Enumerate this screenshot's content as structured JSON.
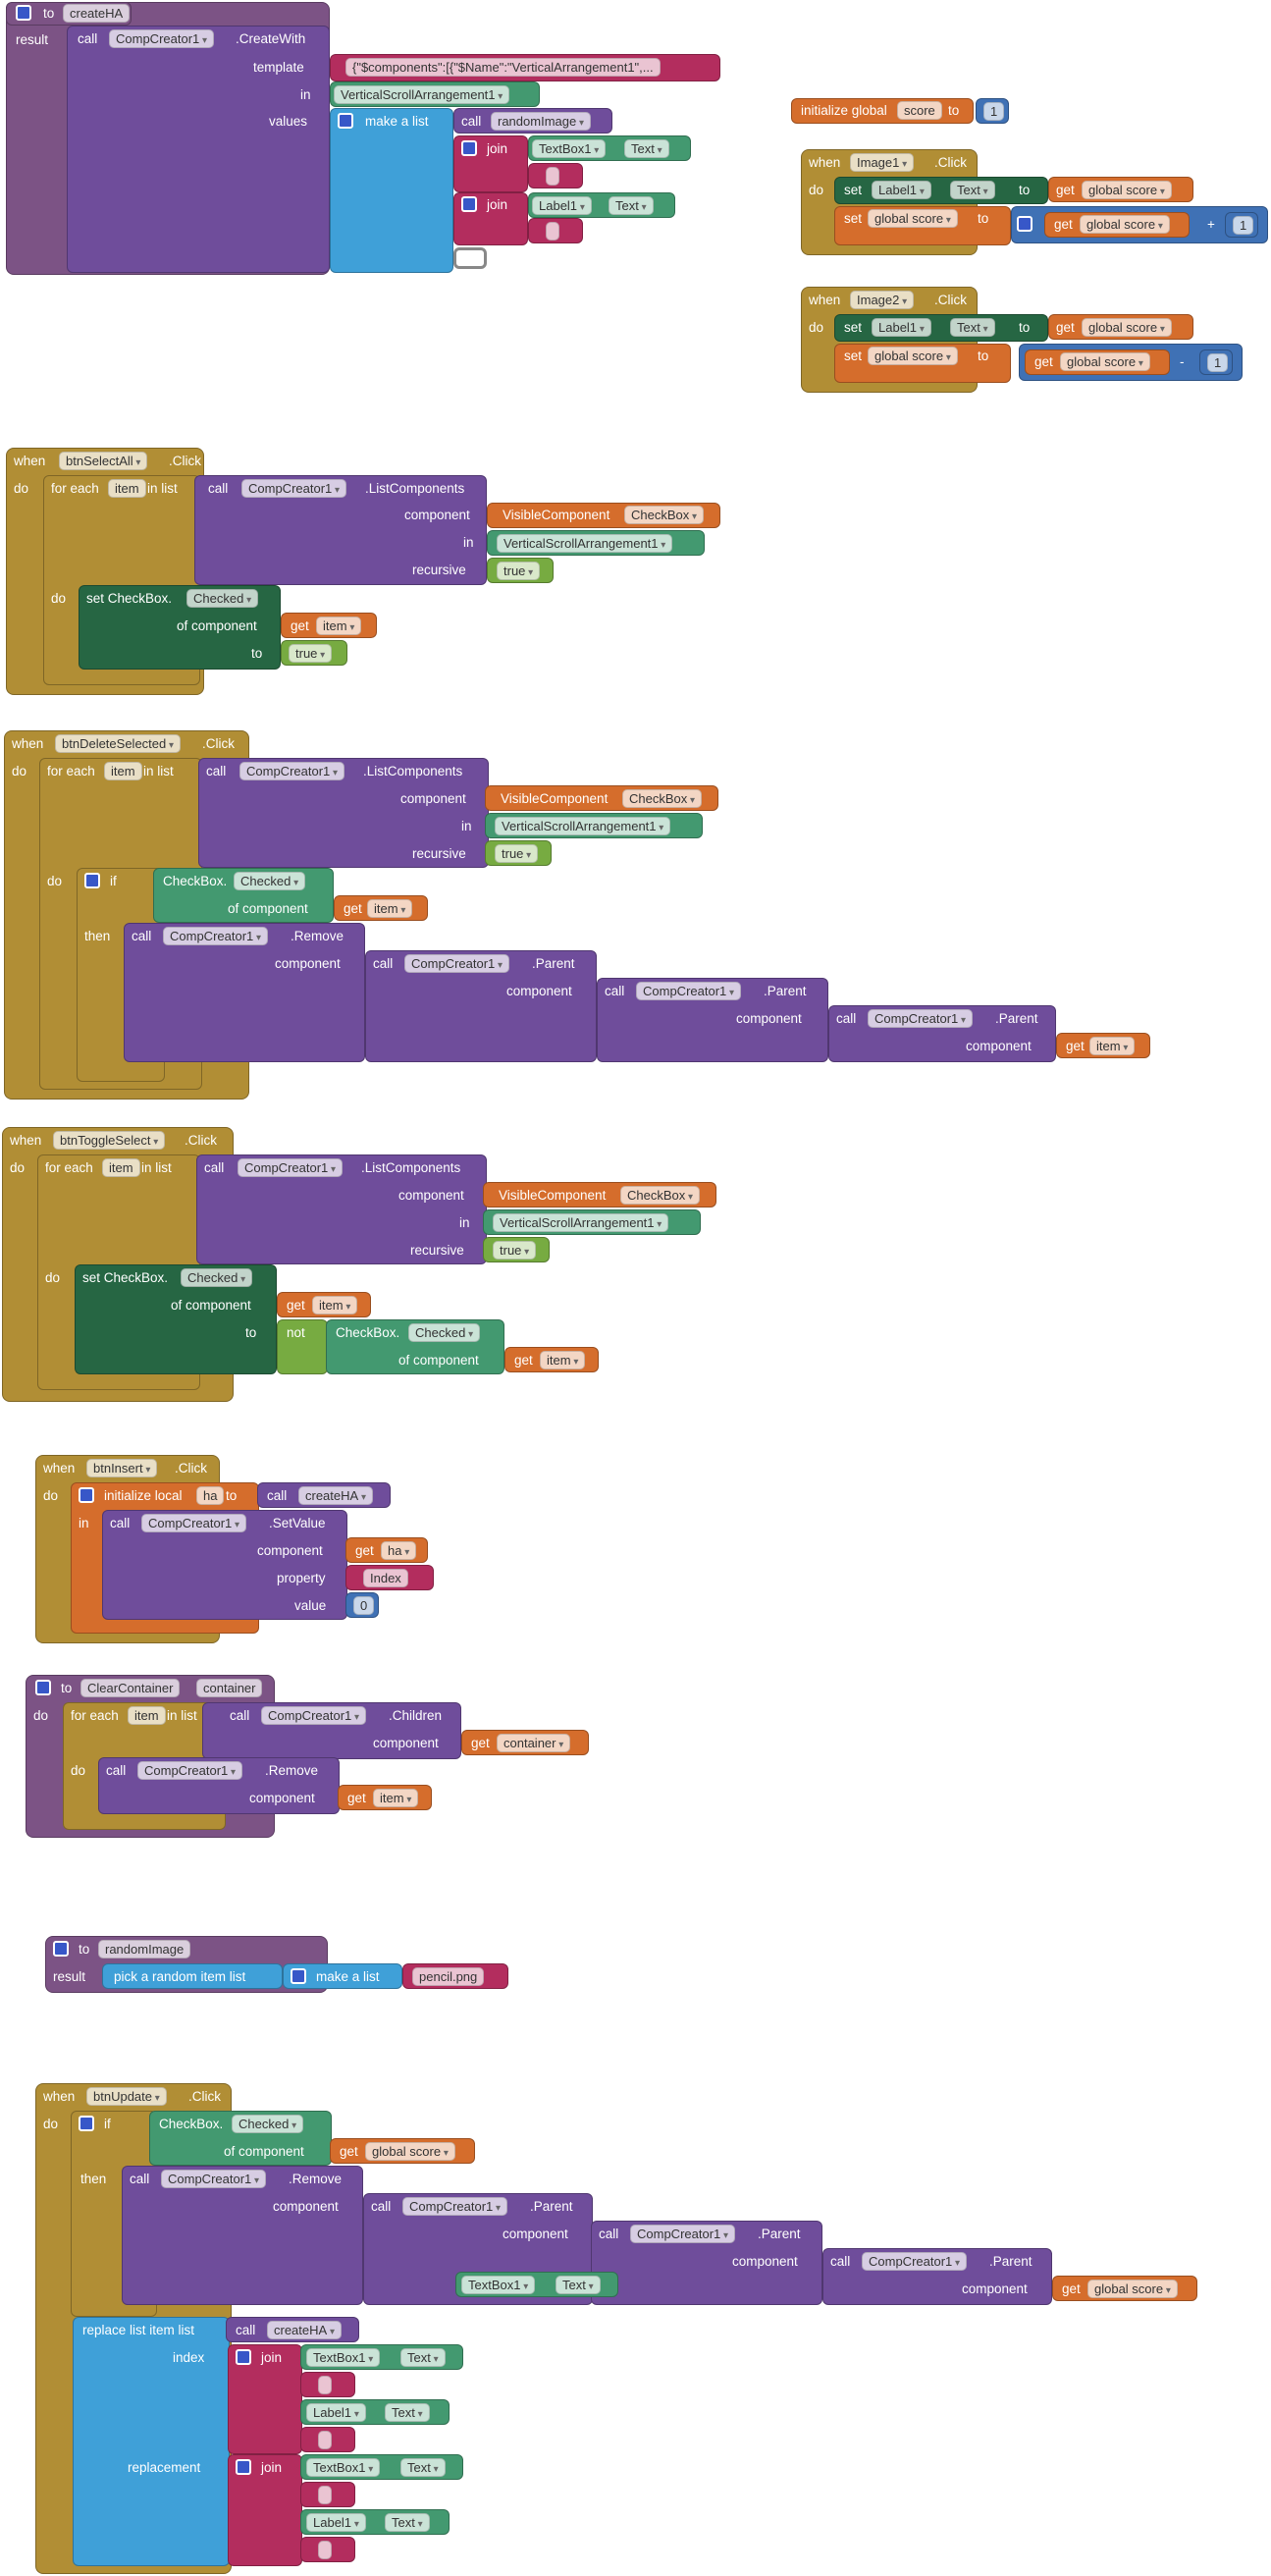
{
  "createHA": {
    "to": "to",
    "name": "createHA",
    "result": "result",
    "call": "call",
    "component": "CompCreator1",
    "method": ".CreateWith",
    "template_label": "template",
    "template_value": "{\"$components\":[{\"$Name\":\"VerticalArrangement1\",...",
    "in_label": "in",
    "in_value": "VerticalScrollArrangement1",
    "values_label": "values",
    "make_list": "make a list",
    "call2": "call",
    "random": "randomImage",
    "join1": "join",
    "tb": "TextBox1",
    "txt1": "Text",
    "join2": "join",
    "lb": "Label1",
    "txt2": "Text"
  },
  "initGlobal": {
    "label": "initialize global",
    "name": "score",
    "to": "to",
    "value": "1"
  },
  "image1": {
    "when": "when",
    "comp": "Image1",
    "event": ".Click",
    "do": "do",
    "set": "set",
    "label": "Label1",
    "text": "Text",
    "to": "to",
    "get": "get",
    "var": "global score",
    "set2": "set",
    "var2": "global score",
    "to2": "to",
    "get2": "get",
    "var3": "global score",
    "op": "+",
    "num": "1"
  },
  "image2": {
    "when": "when",
    "comp": "Image2",
    "event": ".Click",
    "do": "do",
    "set": "set",
    "label": "Label1",
    "text": "Text",
    "to": "to",
    "get": "get",
    "var": "global score",
    "set2": "set",
    "var2": "global score",
    "to2": "to",
    "get2": "get",
    "var3": "global score",
    "op": "-",
    "num": "1"
  },
  "selectAll": {
    "when": "when",
    "comp": "btnSelectAll",
    "event": ".Click",
    "do": "do",
    "foreach": "for each",
    "item": "item",
    "inlist": "in list",
    "call": "call",
    "cc": "CompCreator1",
    "method": ".ListComponents",
    "component": "component",
    "visible": "VisibleComponent",
    "checkbox": "CheckBox",
    "in": "in",
    "vsa": "VerticalScrollArrangement1",
    "recursive": "recursive",
    "true": "true",
    "do2": "do",
    "set": "set CheckBox.",
    "checked": "Checked",
    "ofcomp": "of component",
    "get": "get",
    "item2": "item",
    "to": "to",
    "true2": "true"
  },
  "deleteSel": {
    "when": "when",
    "comp": "btnDeleteSelected",
    "event": ".Click",
    "do": "do",
    "foreach": "for each",
    "item": "item",
    "inlist": "in list",
    "call": "call",
    "cc": "CompCreator1",
    "method": ".ListComponents",
    "component": "component",
    "visible": "VisibleComponent",
    "checkbox": "CheckBox",
    "in": "in",
    "vsa": "VerticalScrollArrangement1",
    "recursive": "recursive",
    "true": "true",
    "do2": "do",
    "if": "if",
    "cb": "CheckBox.",
    "checked": "Checked",
    "ofcomp": "of component",
    "get": "get",
    "item2": "item",
    "then": "then",
    "remove": ".Remove",
    "parent": ".Parent"
  },
  "toggle": {
    "when": "when",
    "comp": "btnToggleSelect",
    "event": ".Click",
    "do": "do",
    "foreach": "for each",
    "item": "item",
    "inlist": "in list",
    "call": "call",
    "cc": "CompCreator1",
    "method": ".ListComponents",
    "component": "component",
    "visible": "VisibleComponent",
    "checkbox": "CheckBox",
    "in": "in",
    "vsa": "VerticalScrollArrangement1",
    "recursive": "recursive",
    "true": "true",
    "do2": "do",
    "set": "set CheckBox.",
    "checked": "Checked",
    "ofcomp": "of component",
    "get": "get",
    "item2": "item",
    "to": "to",
    "not": "not",
    "cb": "CheckBox."
  },
  "insert": {
    "when": "when",
    "comp": "btnInsert",
    "event": ".Click",
    "do": "do",
    "initlocal": "initialize local",
    "ha": "ha",
    "to": "to",
    "call": "call",
    "createHA": "createHA",
    "in": "in",
    "cc": "CompCreator1",
    "method": ".SetValue",
    "component": "component",
    "get": "get",
    "property": "property",
    "index": "Index",
    "value": "value",
    "zero": "0"
  },
  "clear": {
    "to": "to",
    "name": "ClearContainer",
    "param": "container",
    "do": "do",
    "foreach": "for each",
    "item": "item",
    "inlist": "in list",
    "call": "call",
    "cc": "CompCreator1",
    "method": ".Children",
    "component": "component",
    "get": "get",
    "container": "container",
    "do2": "do",
    "remove": ".Remove",
    "item2": "item"
  },
  "random": {
    "to": "to",
    "name": "randomImage",
    "result": "result",
    "pick": "pick a random item  list",
    "make": "make a list",
    "png": "pencil.png"
  },
  "update": {
    "when": "when",
    "comp": "btnUpdate",
    "event": ".Click",
    "do": "do",
    "if": "if",
    "cb": "CheckBox.",
    "checked": "Checked",
    "ofcomp": "of component",
    "get": "get",
    "gs": "global score",
    "then": "then",
    "call": "call",
    "cc": "CompCreator1",
    "remove": ".Remove",
    "component": "component",
    "parent": ".Parent",
    "tb": "TextBox1",
    "text": "Text",
    "replace": "replace list item  list",
    "createHA": "createHA",
    "index": "index",
    "join": "join",
    "lb": "Label1",
    "replacement": "replacement"
  }
}
